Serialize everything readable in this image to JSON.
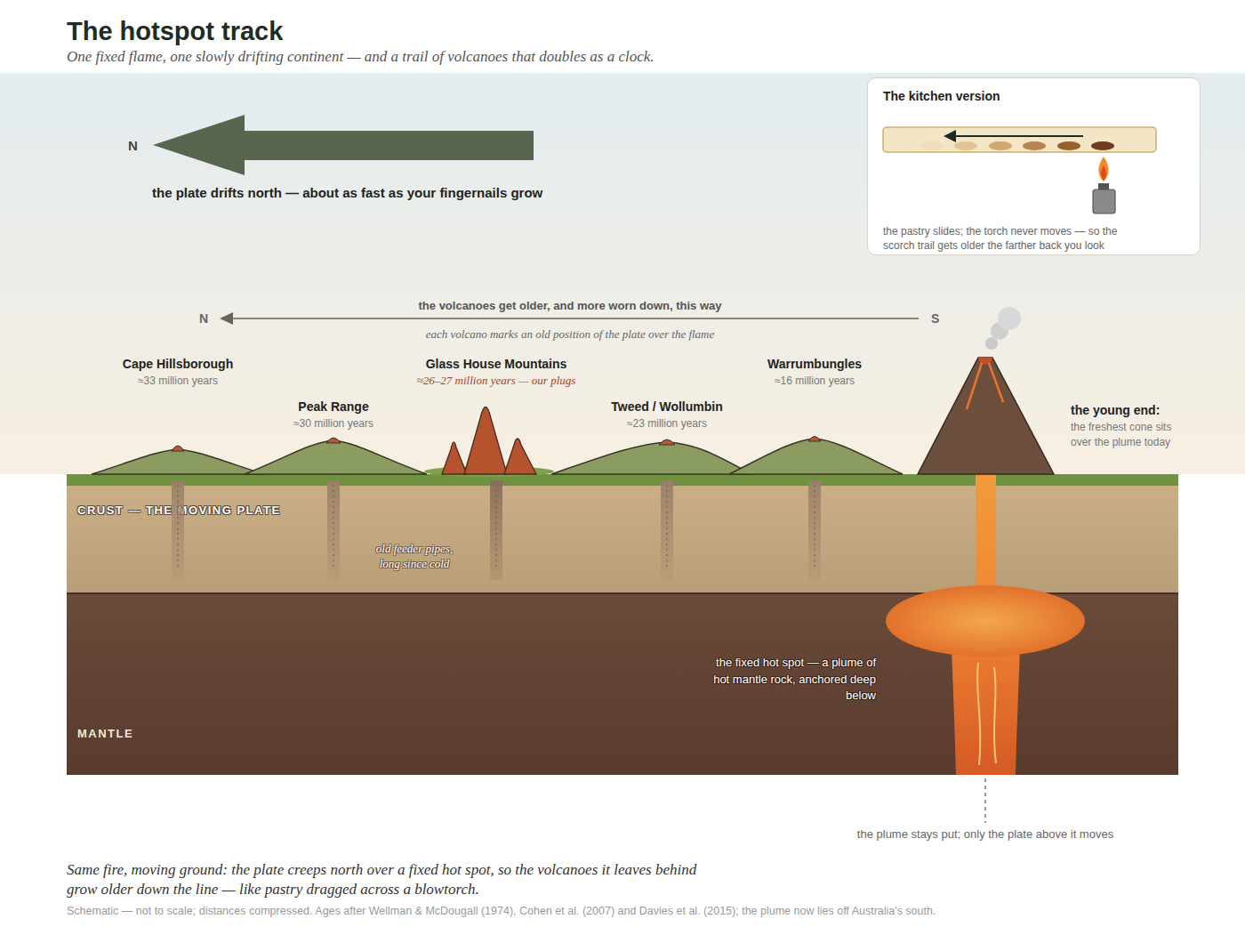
{
  "diagram": {
    "title": "The hotspot track",
    "caption": "Same fire, moving ground: the plate creeps north over a fixed hot spot, so the volcanoes it leaves behind grow older down the line — like pastry dragged across a blowtorch.",
    "nodes": [
      {
        "text": [
          "The kitchen version",
          "the pastry slides; the torch never moves — so the scorch trail gets older the farther back you look"
        ]
      },
      {
        "text": [
          "Cape Hillsborough",
          "≈33 million years"
        ]
      },
      {
        "text": [
          "Peak Range",
          "≈30 million years"
        ]
      },
      {
        "text": [
          "Glass House Mountains",
          "≈26–27 million years — our plugs"
        ]
      },
      {
        "text": [
          "Tweed / Wollumbin",
          "≈23 million years"
        ]
      },
      {
        "text": [
          "Warrumbungles",
          "≈16 million years"
        ]
      },
      {
        "text": [
          "the young end:",
          "the freshest cone sits over the plume today"
        ]
      },
      {
        "text": [
          "CRUST — THE MOVING PLATE"
        ]
      },
      {
        "text": [
          "MANTLE"
        ]
      }
    ],
    "labels": [
      "One fixed flame, one slowly drifting continent — and a trail of volcanoes that doubles as a clock.",
      "N",
      "the plate drifts north — about as fast as your fingernails grow",
      "N",
      "the volcanoes get older, and more worn down, this way",
      "S",
      "each volcano marks an old position of the plate over the flame",
      "old feeder pipes, long since cold",
      "the fixed hot spot — a plume of hot mantle rock, anchored deep below",
      "the plume stays put; only the plate above it moves",
      "Schematic — not to scale; distances compressed. Ages after Wellman & McDougall (1974), Cohen et al. (2007) and Davies et al. (2015); the plume now lies off Australia's south."
    ]
  }
}
